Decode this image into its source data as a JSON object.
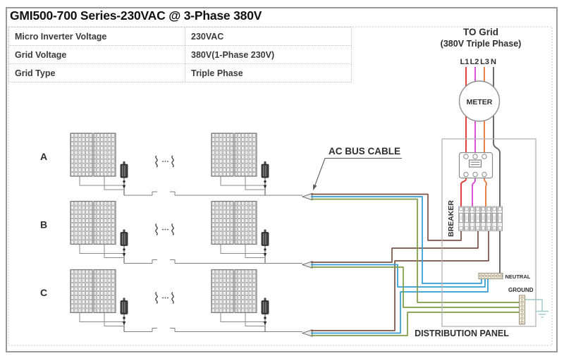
{
  "title": "GMI500-700 Series-230VAC @ 3-Phase 380V",
  "spec_table": {
    "rows": [
      {
        "label": "Micro Inverter Voltage",
        "value": "230VAC"
      },
      {
        "label": "Grid Voltage",
        "value": "380V(1-Phase 230V)"
      },
      {
        "label": "Grid Type",
        "value": "Triple Phase"
      }
    ]
  },
  "grid_connection": {
    "to_grid_line1": "TO Grid",
    "to_grid_line2": "(380V Triple Phase)",
    "phase_labels": [
      "L1",
      "L2",
      "L3",
      "N"
    ],
    "meter_label": "METER",
    "breaker_label": "BREAKER",
    "neutral_label": "NEUTRAL",
    "ground_label": "GROUND",
    "distribution_panel_label": "DISTRIBUTION PANEL"
  },
  "pv_field": {
    "row_labels": [
      "A",
      "B",
      "C"
    ],
    "ac_bus_cable_label": "AC BUS CABLE"
  },
  "colors": {
    "l1_red": "#de3a32",
    "l2_magenta": "#d94ad9",
    "l3_orange": "#ec7b3a",
    "neutral_black": "#646464",
    "line_brown": "#7a5045",
    "neutral_blue": "#2f9cd3",
    "ground_green": "#7d9b45",
    "earth_teal": "#9ccac6"
  }
}
